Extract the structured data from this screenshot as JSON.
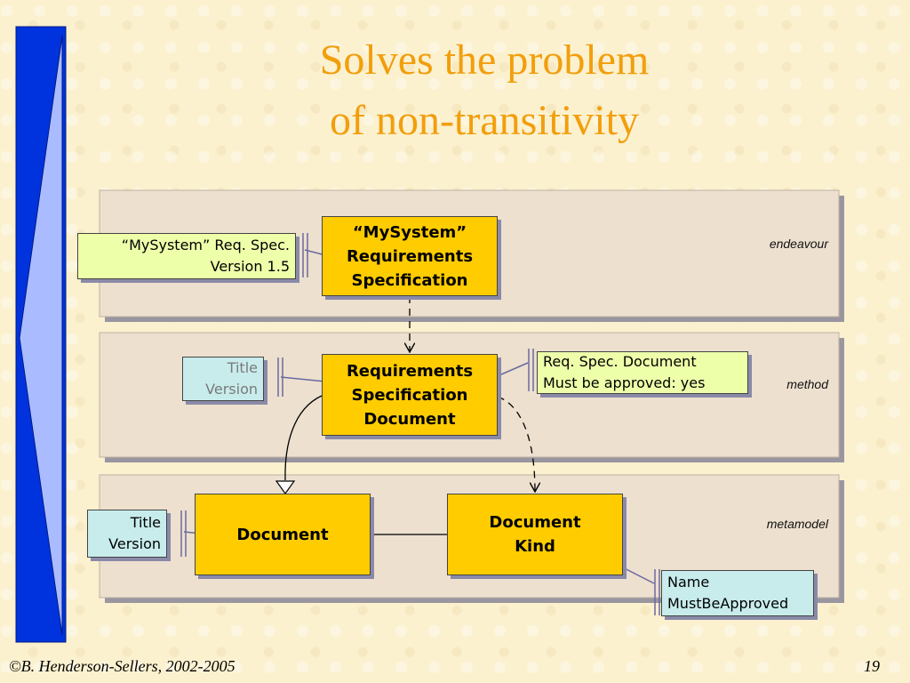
{
  "slide": {
    "title_line1": "Solves the problem",
    "title_line2": "of non-transitivity",
    "footer_left": "©B. Henderson-Sellers, 2002-2005",
    "page_number": "19"
  },
  "layers": {
    "endeavour": "endeavour",
    "method": "method",
    "metamodel": "metamodel"
  },
  "boxes": {
    "mysystem_spec": [
      "“MySystem”",
      "Requirements",
      "Specification"
    ],
    "req_spec_doc": [
      "Requirements",
      "Specification",
      "Document"
    ],
    "document": [
      "Document"
    ],
    "document_kind": [
      "Document",
      "Kind"
    ]
  },
  "notes": {
    "mysystem_note": [
      "“MySystem” Req. Spec.",
      "Version 1.5"
    ],
    "method_attrs": [
      "Title",
      "Version"
    ],
    "method_kind_note": [
      "Req. Spec. Document",
      "Must be approved: yes"
    ],
    "meta_attrs": [
      "Title",
      "Version"
    ],
    "kind_attrs": [
      "Name",
      "MustBeApproved"
    ]
  },
  "colors": {
    "title": "#f29e0c",
    "class_fill": "#ffcc00",
    "note_green": "#eeffaa",
    "note_blue": "#c8ecec",
    "left_bar": "#0033dd",
    "left_triangle": "#aabbff",
    "layer_panel": "#ede0cf"
  }
}
